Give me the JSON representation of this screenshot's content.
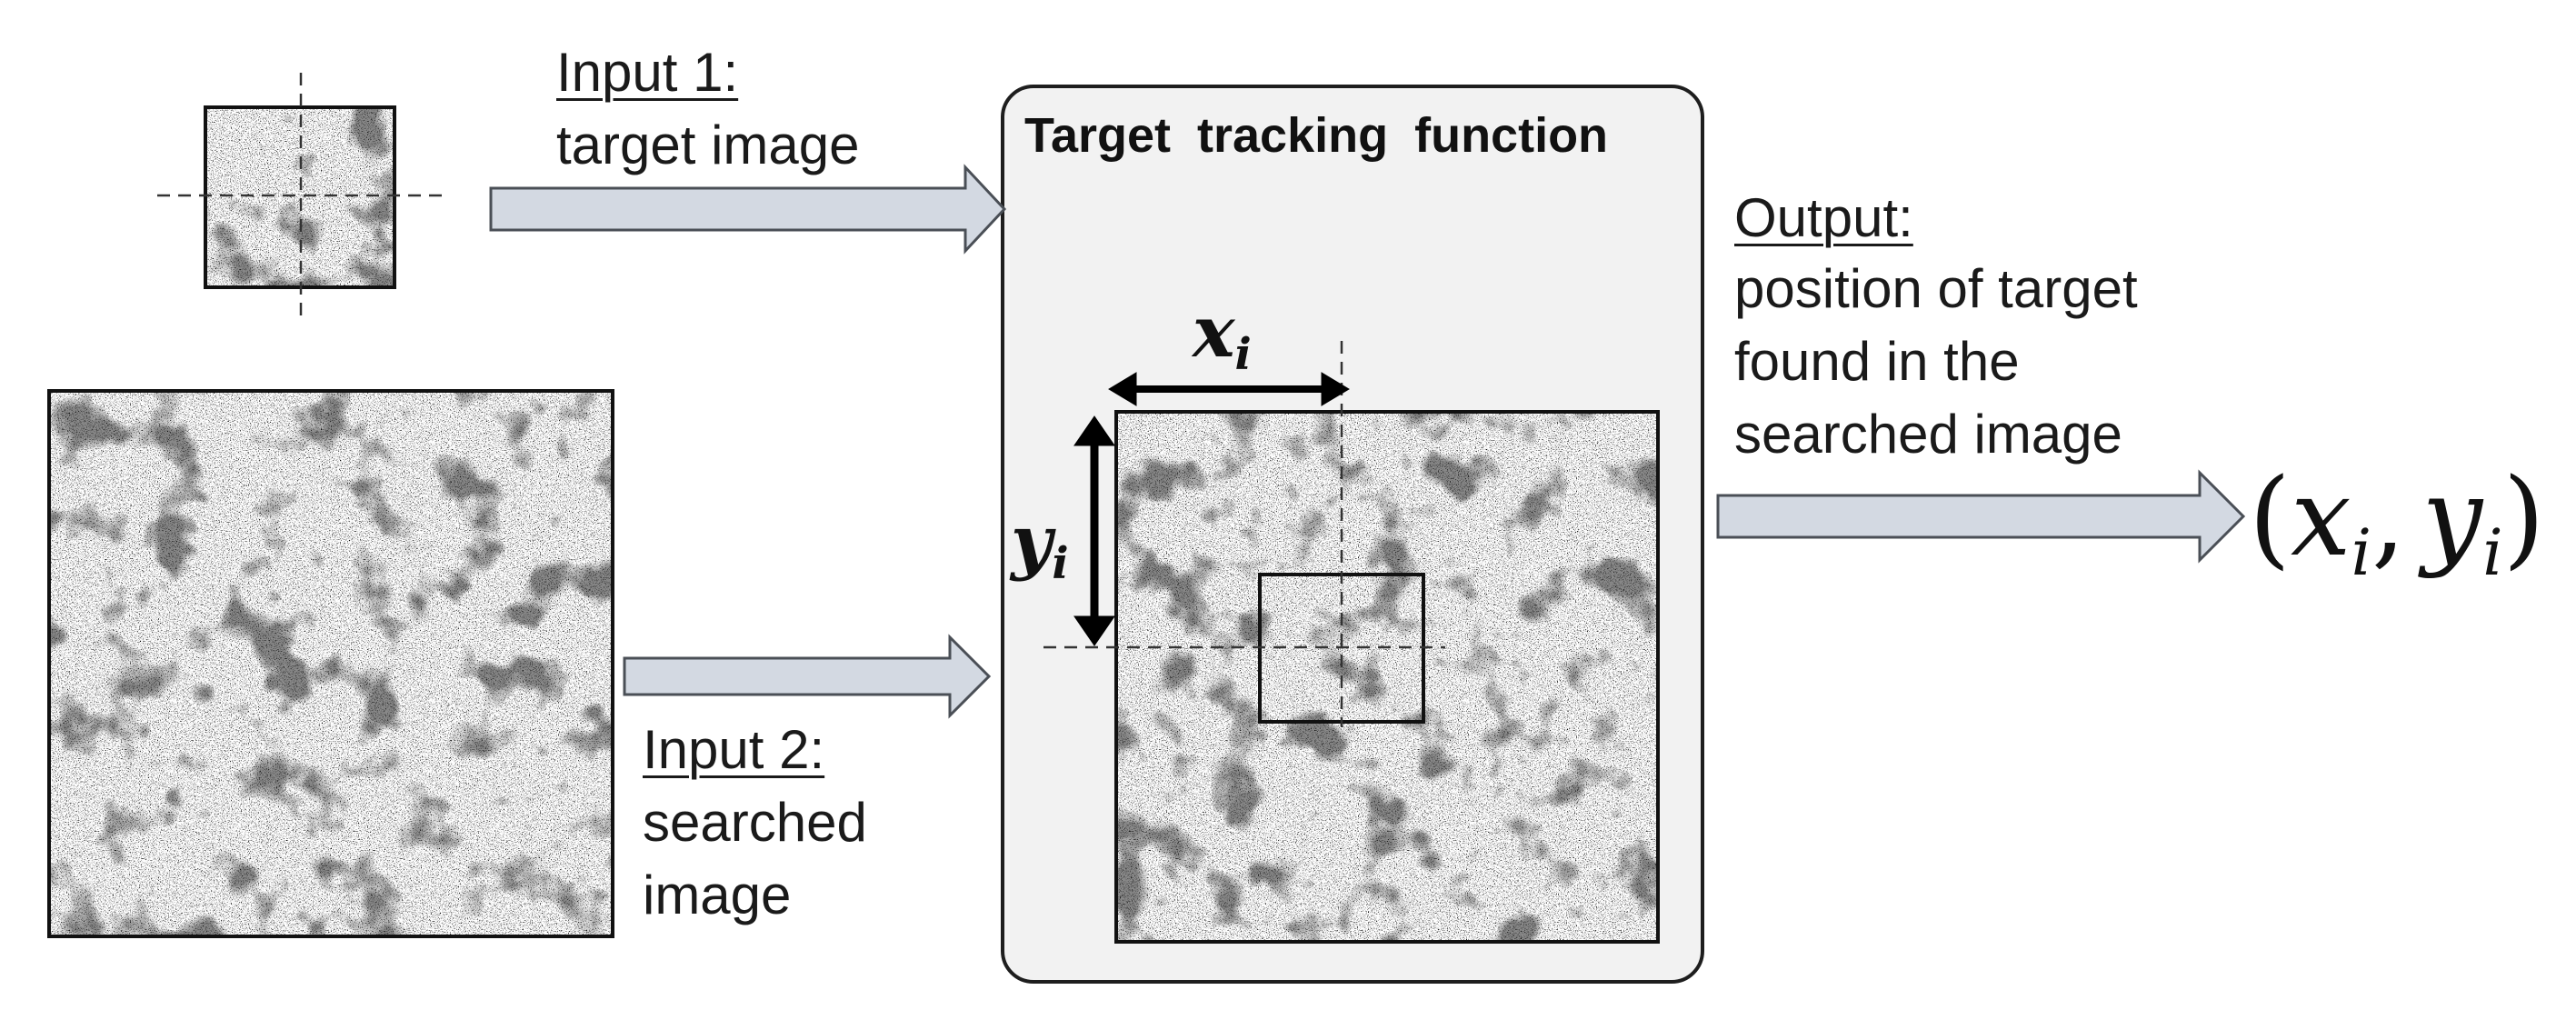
{
  "input1": {
    "heading": "Input 1:",
    "text": "target image"
  },
  "input2": {
    "heading": "Input 2:",
    "line1": "searched",
    "line2": "image"
  },
  "function_box": {
    "title": "Target tracking function"
  },
  "output": {
    "heading": "Output:",
    "line1": "position of target",
    "line2": "found in the",
    "line3": "searched image"
  },
  "symbols": {
    "x": "x",
    "y": "y",
    "sub": "i"
  },
  "result": {
    "open": "(",
    "x": "x",
    "sub_x": "i",
    "comma": ",",
    "y": "y",
    "sub_y": "i",
    "close": ")"
  },
  "colors": {
    "arrow_fill": "#d3d9e2",
    "arrow_stroke": "#4a4f56",
    "box_fill": "#f2f2f2",
    "speckle_dark": "#2a2a2a"
  }
}
